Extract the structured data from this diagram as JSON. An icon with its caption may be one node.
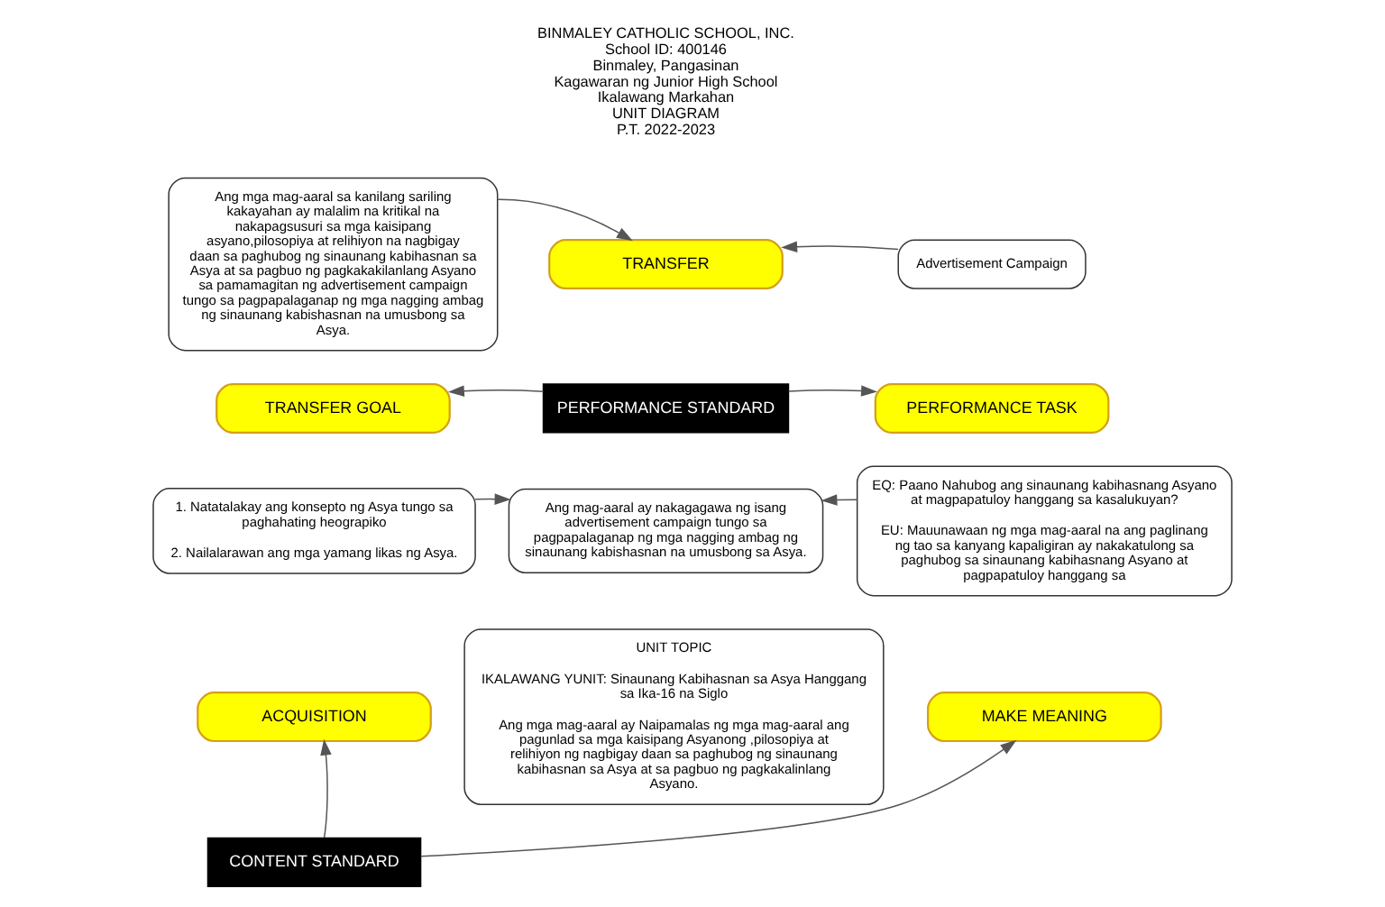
{
  "diagram": {
    "nodes": [
      {
        "text": [
          "Ang mga mag-aaral sa kanilang sariling kakayahan ay malalim na kritikal na nakapagsusuri sa mga kaisipang asyano,pilosopiya at relihiyon na nagbigay daan sa paghubog ng sinaunang kabihasnan sa Asya at sa pagbuo ng pagkakakilanlang Asyano sa pamamagitan ng advertisement campaign tungo sa pagpapalaganap ng mga nagging ambag ng sinaunang kabishasnan na umusbong sa Asya."
        ]
      },
      {
        "text": [
          "TRANSFER"
        ]
      },
      {
        "text": [
          "Advertisement Campaign"
        ]
      },
      {
        "text": [
          "TRANSFER GOAL"
        ]
      },
      {
        "text": [
          "PERFORMANCE STANDARD"
        ]
      },
      {
        "text": [
          "PERFORMANCE TASK"
        ]
      },
      {
        "text": [
          "Ang mag-aaral ay nakagagawa ng isang advertisement campaign tungo sa pagpapalaganap ng mga nagging ambag ng sinaunang kabishasnan na umusbong sa Asya."
        ]
      },
      {
        "text": [
          "1. Natatalakay ang konsepto ng Asya tungo sa paghahating heograpiko",
          "2. Nailalarawan ang mga yamang likas ng Asya."
        ]
      },
      {
        "text": [
          "EQ: Paano Nahubog ang sinaunang kabihasnang Asyano at magpapatuloy hanggang sa kasalukuyan?",
          "EU: Mauunawaan ng mga mag-aaral na ang paglinang ng tao sa kanyang kapaligiran ay nakakatulong sa paghubog sa sinaunang kabihasnang Asyano at pagpapatuloy hanggang sa"
        ]
      },
      {
        "text": [
          "UNIT TOPIC",
          "IKALAWANG YUNIT: Sinaunang Kabihasnan sa Asya Hanggang sa Ika-16 na Siglo",
          "Ang mga mag-aaral ay Naipamalas ng mga mag-aaral ang pagunlad sa mga kaisipang Asyanong ,pilosopiya at relihiyon ng nagbigay daan sa paghubog ng sinaunang kabihasnan sa Asya at sa pagbuo ng pagkakalinlang Asyano."
        ]
      },
      {
        "text": [
          "ACQUISITION"
        ]
      },
      {
        "text": [
          "MAKE MEANING"
        ]
      },
      {
        "text": [
          "CONTENT STANDARD"
        ]
      }
    ],
    "edges": [
      {
        "from": 0,
        "to": 1,
        "arrow": "to"
      },
      {
        "from": 2,
        "to": 1,
        "arrow": "to"
      },
      {
        "from": 4,
        "to": 3,
        "arrow": "to"
      },
      {
        "from": 4,
        "to": 5,
        "arrow": "to"
      },
      {
        "from": 7,
        "to": 6,
        "arrow": "to"
      },
      {
        "from": 8,
        "to": 6,
        "arrow": "to"
      },
      {
        "from": 12,
        "to": 10,
        "arrow": "to"
      },
      {
        "from": 12,
        "to": 11,
        "arrow": "to"
      }
    ],
    "labels": [
      "BINMALEY CATHOLIC SCHOOL, INC.",
      "School ID: 400146",
      "Binmaley, Pangasinan",
      "Kagawaran ng Junior High School",
      "Ikalawang Markahan",
      "UNIT DIAGRAM",
      "P.T. 2022-2023"
    ]
  }
}
